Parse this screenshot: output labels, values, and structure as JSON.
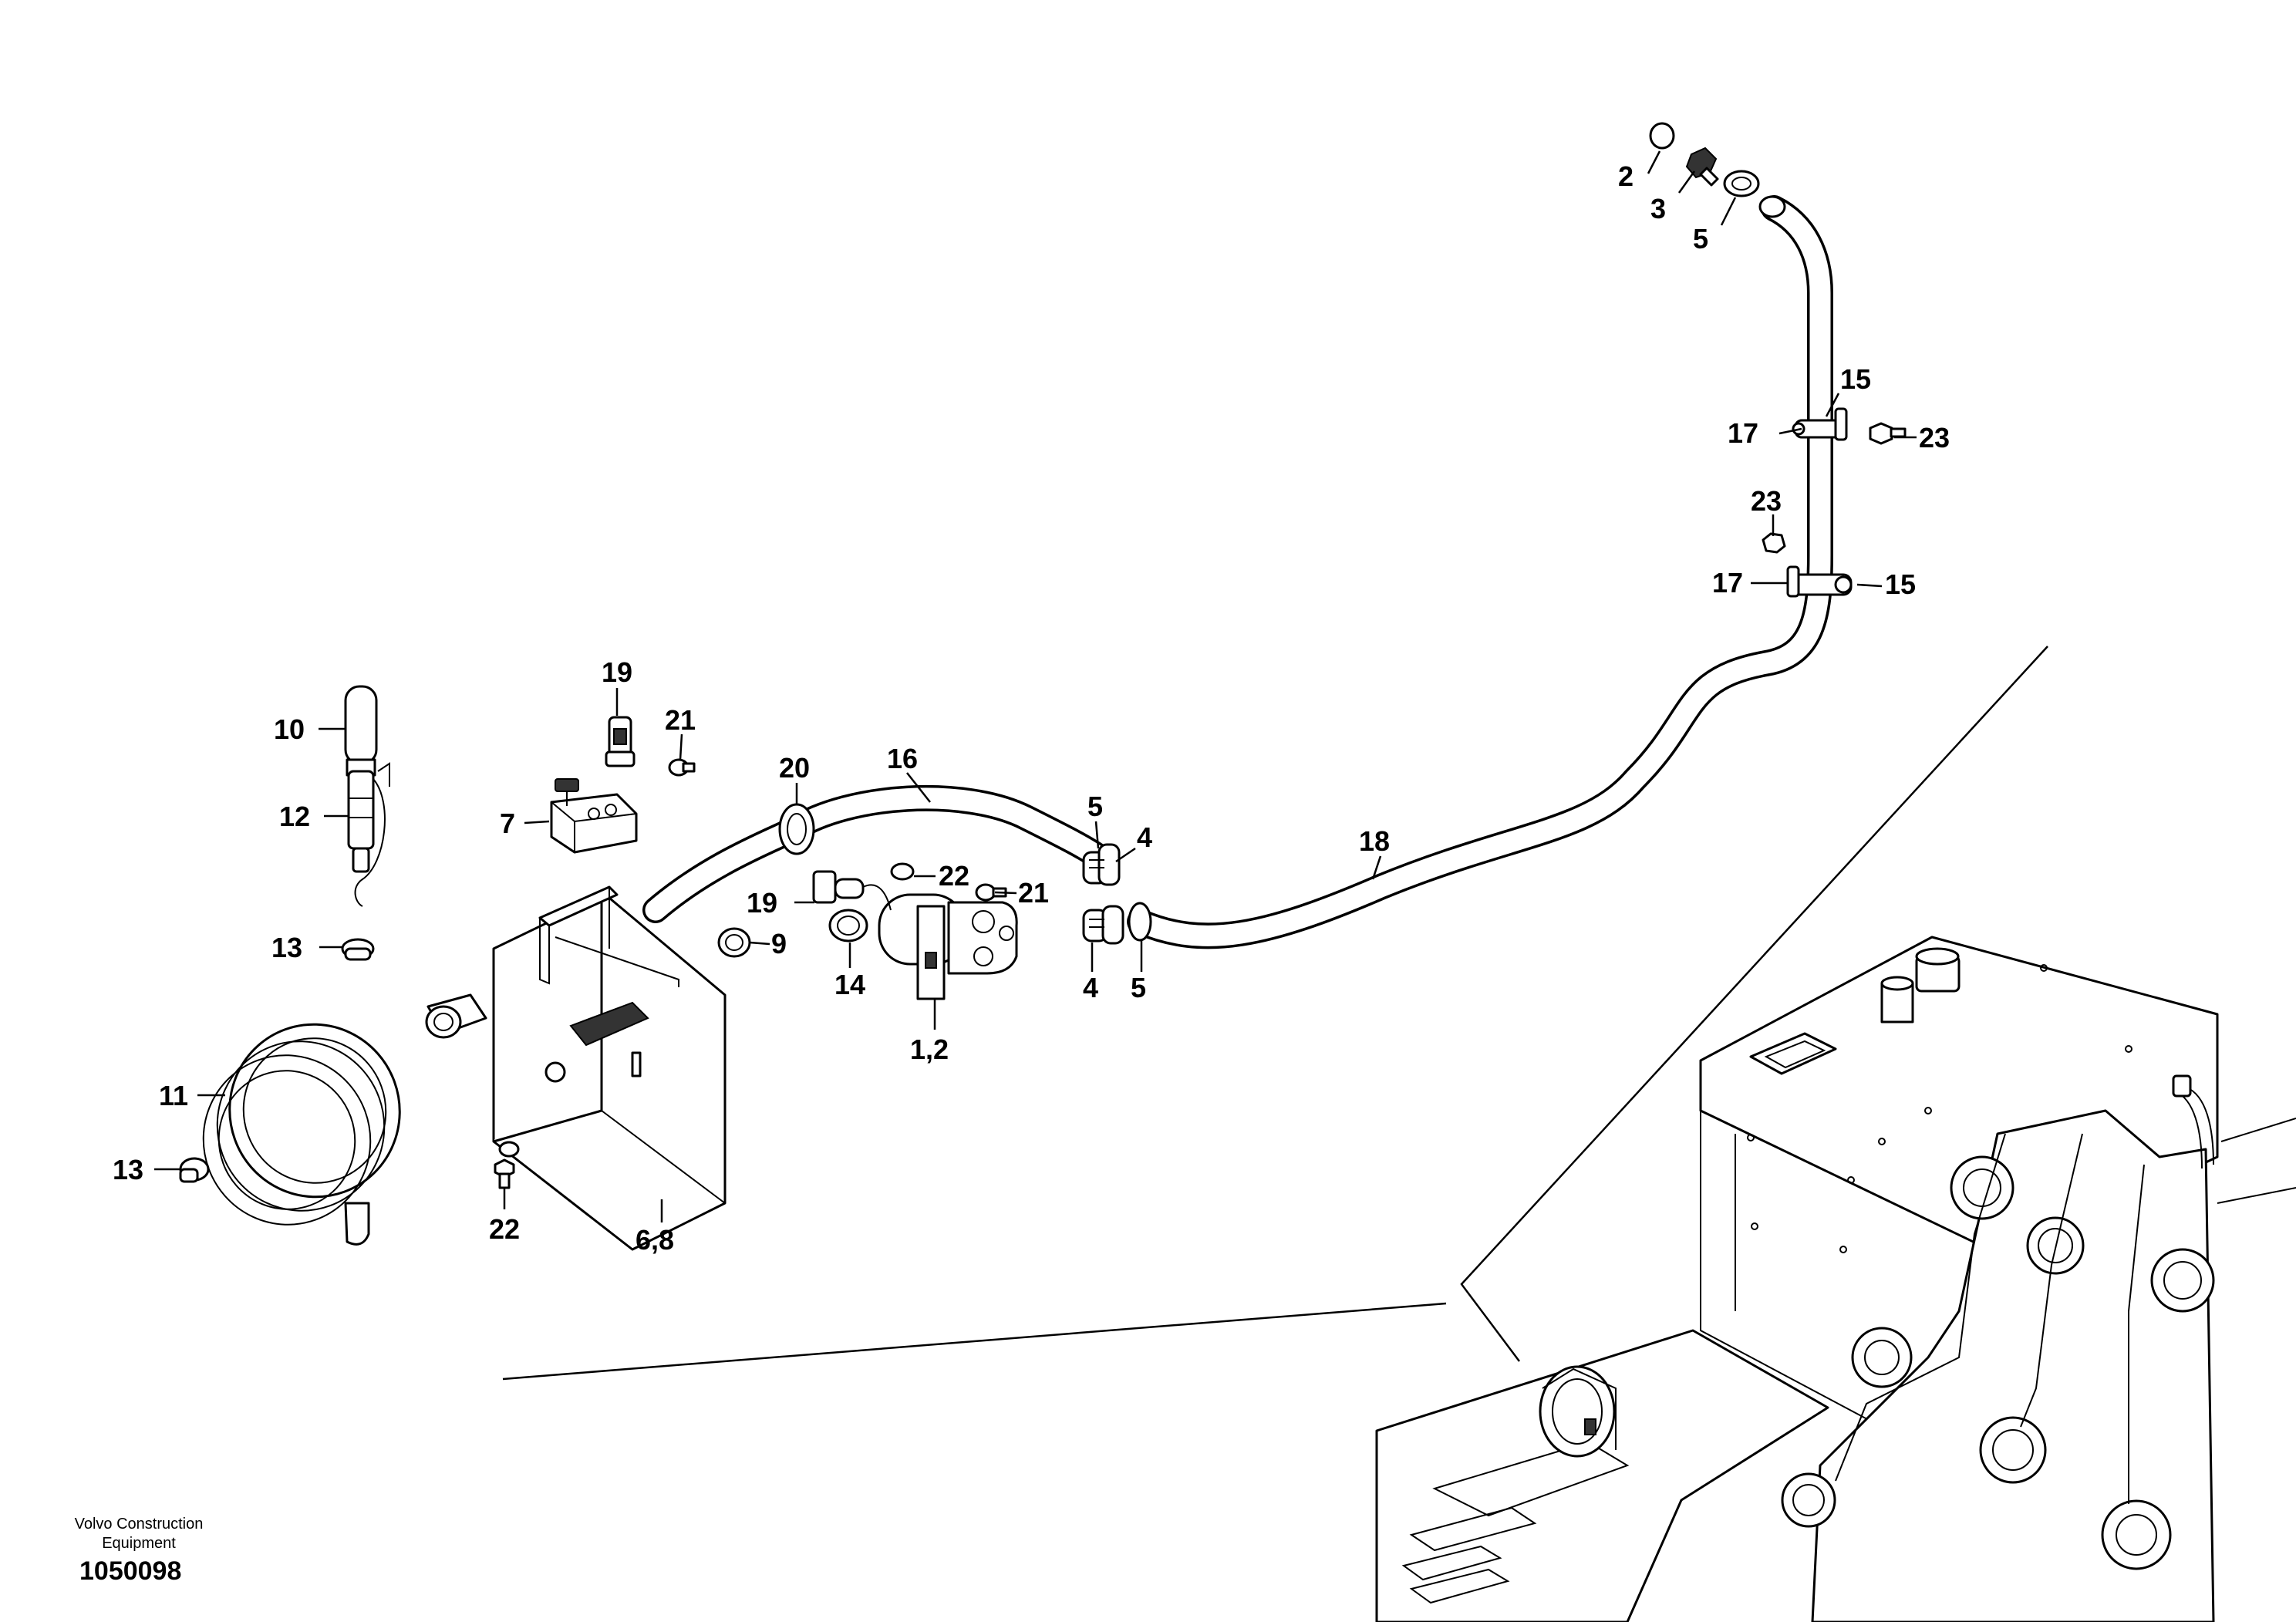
{
  "footer": {
    "brand": "Volvo Construction Equipment",
    "doc_number": "1050098"
  },
  "callouts": {
    "c2": "2",
    "c3": "3",
    "c5a": "5",
    "c15a": "15",
    "c17a": "17",
    "c23a": "23",
    "c23b": "23",
    "c17b": "17",
    "c15b": "15",
    "c19a": "19",
    "c21a": "21",
    "c10": "10",
    "c12": "12",
    "c7": "7",
    "c20": "20",
    "c16": "16",
    "c5b": "5",
    "c4a": "4",
    "c18": "18",
    "c22a": "22",
    "c19b": "19",
    "c21b": "21",
    "c9": "9",
    "c13a": "13",
    "c14": "14",
    "c4b": "4",
    "c5c": "5",
    "c12b": "1,2",
    "c11": "11",
    "c13b": "13",
    "c22b": "22",
    "c68": "6,8"
  }
}
